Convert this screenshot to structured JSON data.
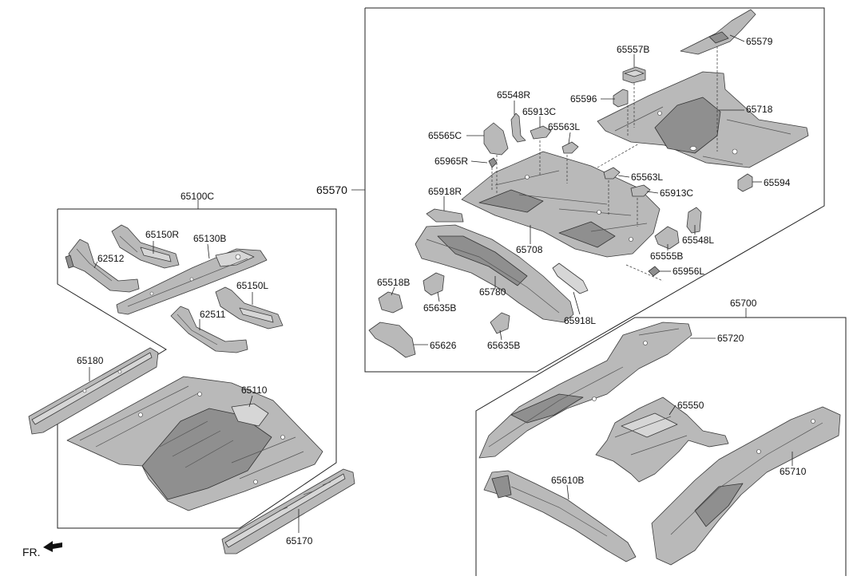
{
  "labels": {
    "l65100C": "65100C",
    "l65150R": "65150R",
    "l65130B": "65130B",
    "l62512": "62512",
    "l65150L": "65150L",
    "l62511": "62511",
    "l65180": "65180",
    "l65110": "65110",
    "l65170": "65170",
    "lFR": "FR.",
    "l65570": "65570",
    "l65557B": "65557B",
    "l65579": "65579",
    "l65548R": "65548R",
    "l65596": "65596",
    "l65913C_a": "65913C",
    "l65718": "65718",
    "l65563L_a": "65563L",
    "l65565C": "65565C",
    "l65965R": "65965R",
    "l65563L_b": "65563L",
    "l65918R": "65918R",
    "l65913C_b": "65913C",
    "l65594": "65594",
    "l65548L": "65548L",
    "l65708": "65708",
    "l65555B": "65555B",
    "l65956L": "65956L",
    "l65518B": "65518B",
    "l65780": "65780",
    "l65635B_a": "65635B",
    "l65918L": "65918L",
    "l65626": "65626",
    "l65635B_b": "65635B",
    "l65700": "65700",
    "l65720": "65720",
    "l65550": "65550",
    "l65610B": "65610B",
    "l65710": "65710"
  },
  "icons": {
    "front_arrow": "fr-arrow-icon"
  }
}
